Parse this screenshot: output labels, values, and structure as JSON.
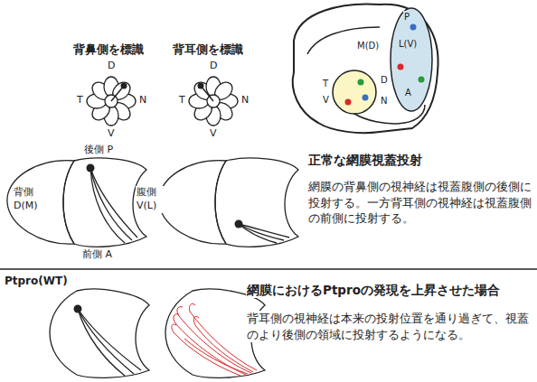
{
  "diagram": {
    "labels": [
      "背鼻側を標識",
      "背耳側を標識",
      "D",
      "T",
      "N",
      "V",
      "D",
      "T",
      "N",
      "V",
      "P",
      "L(V)",
      "M(D)",
      "A",
      "T",
      "D",
      "V",
      "N",
      "後側 P",
      "背側 D(M)",
      "腹側 V(L)",
      "前側 A",
      "正常な網膜視蓋投射",
      "網膜の背鼻側の視神経は視蓋腹側の後側に投射する。一方背耳側の視神経は視蓋腹側の前側に投射する。",
      "Ptpro(WT)",
      "網膜におけるPtproの発現を上昇させた場合",
      "背耳側の視神経は本来の投射位置を通り過ぎて、視蓋のより後側の領域に投射するようになる。"
    ]
  }
}
